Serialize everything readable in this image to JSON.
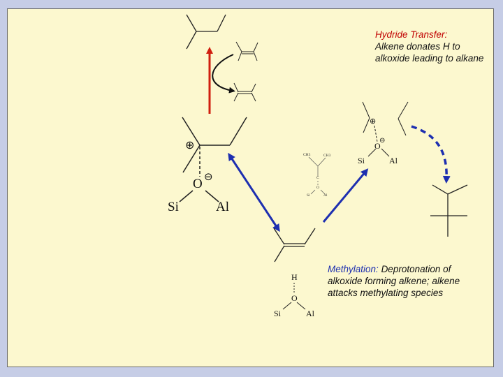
{
  "hydride": {
    "title": "Hydride Transfer:",
    "text": "Alkene donates H to alkoxide leading to alkane"
  },
  "methylation": {
    "title": "Methylation:",
    "text": "Deprotonation of alkoxide forming alkene; alkene attacks methylating species"
  },
  "atoms": {
    "si": "Si",
    "o": "O",
    "al": "Al",
    "h": "H",
    "ch3": "CH3",
    "c": "C"
  },
  "charges": {
    "plus": "⊕",
    "minus": "⊖"
  },
  "colors": {
    "red_arrow": "#d01e0f",
    "blue_arrow": "#1d2fb0",
    "slide_bg": "#fcf8cf",
    "page_bg": "#c6cde6"
  }
}
